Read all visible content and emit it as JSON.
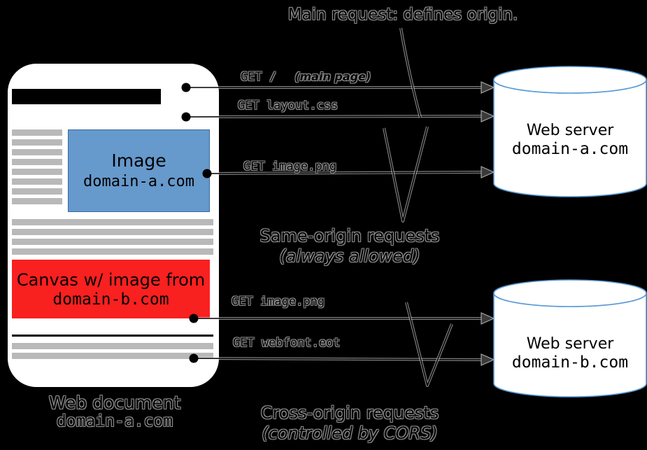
{
  "colors": {
    "background": "#000000",
    "document_fill": "#ffffff",
    "title_bar": "#000000",
    "text_placeholder": "#b9b9b9",
    "image_box": "#6699cc",
    "canvas_box": "#f92020",
    "server_outline": "#5b9bd5",
    "text_halo": "#8f8f8f"
  },
  "annotations": {
    "main_request": "Main request: defines origin.",
    "same_origin": {
      "line1": "Same-origin requests",
      "line2": "(always allowed)"
    },
    "cross_origin": {
      "line1": "Cross-origin requests",
      "line2": "(controlled by CORS)"
    }
  },
  "web_document": {
    "image_box": {
      "line1": "Image",
      "line2": "domain-a.com"
    },
    "canvas_box": {
      "line1": "Canvas w/ image from",
      "line2": "domain-b.com"
    },
    "caption": {
      "line1": "Web document",
      "line2": "domain-a.com"
    }
  },
  "requests": [
    {
      "method_path": "GET /",
      "note": "(main page)"
    },
    {
      "method_path": "GET layout.css"
    },
    {
      "method_path": "GET image.png"
    },
    {
      "method_path": "GET image.png"
    },
    {
      "method_path": "GET webfont.eot"
    }
  ],
  "servers": [
    {
      "label": "Web server",
      "domain": "domain-a.com"
    },
    {
      "label": "Web server",
      "domain": "domain-b.com"
    }
  ]
}
